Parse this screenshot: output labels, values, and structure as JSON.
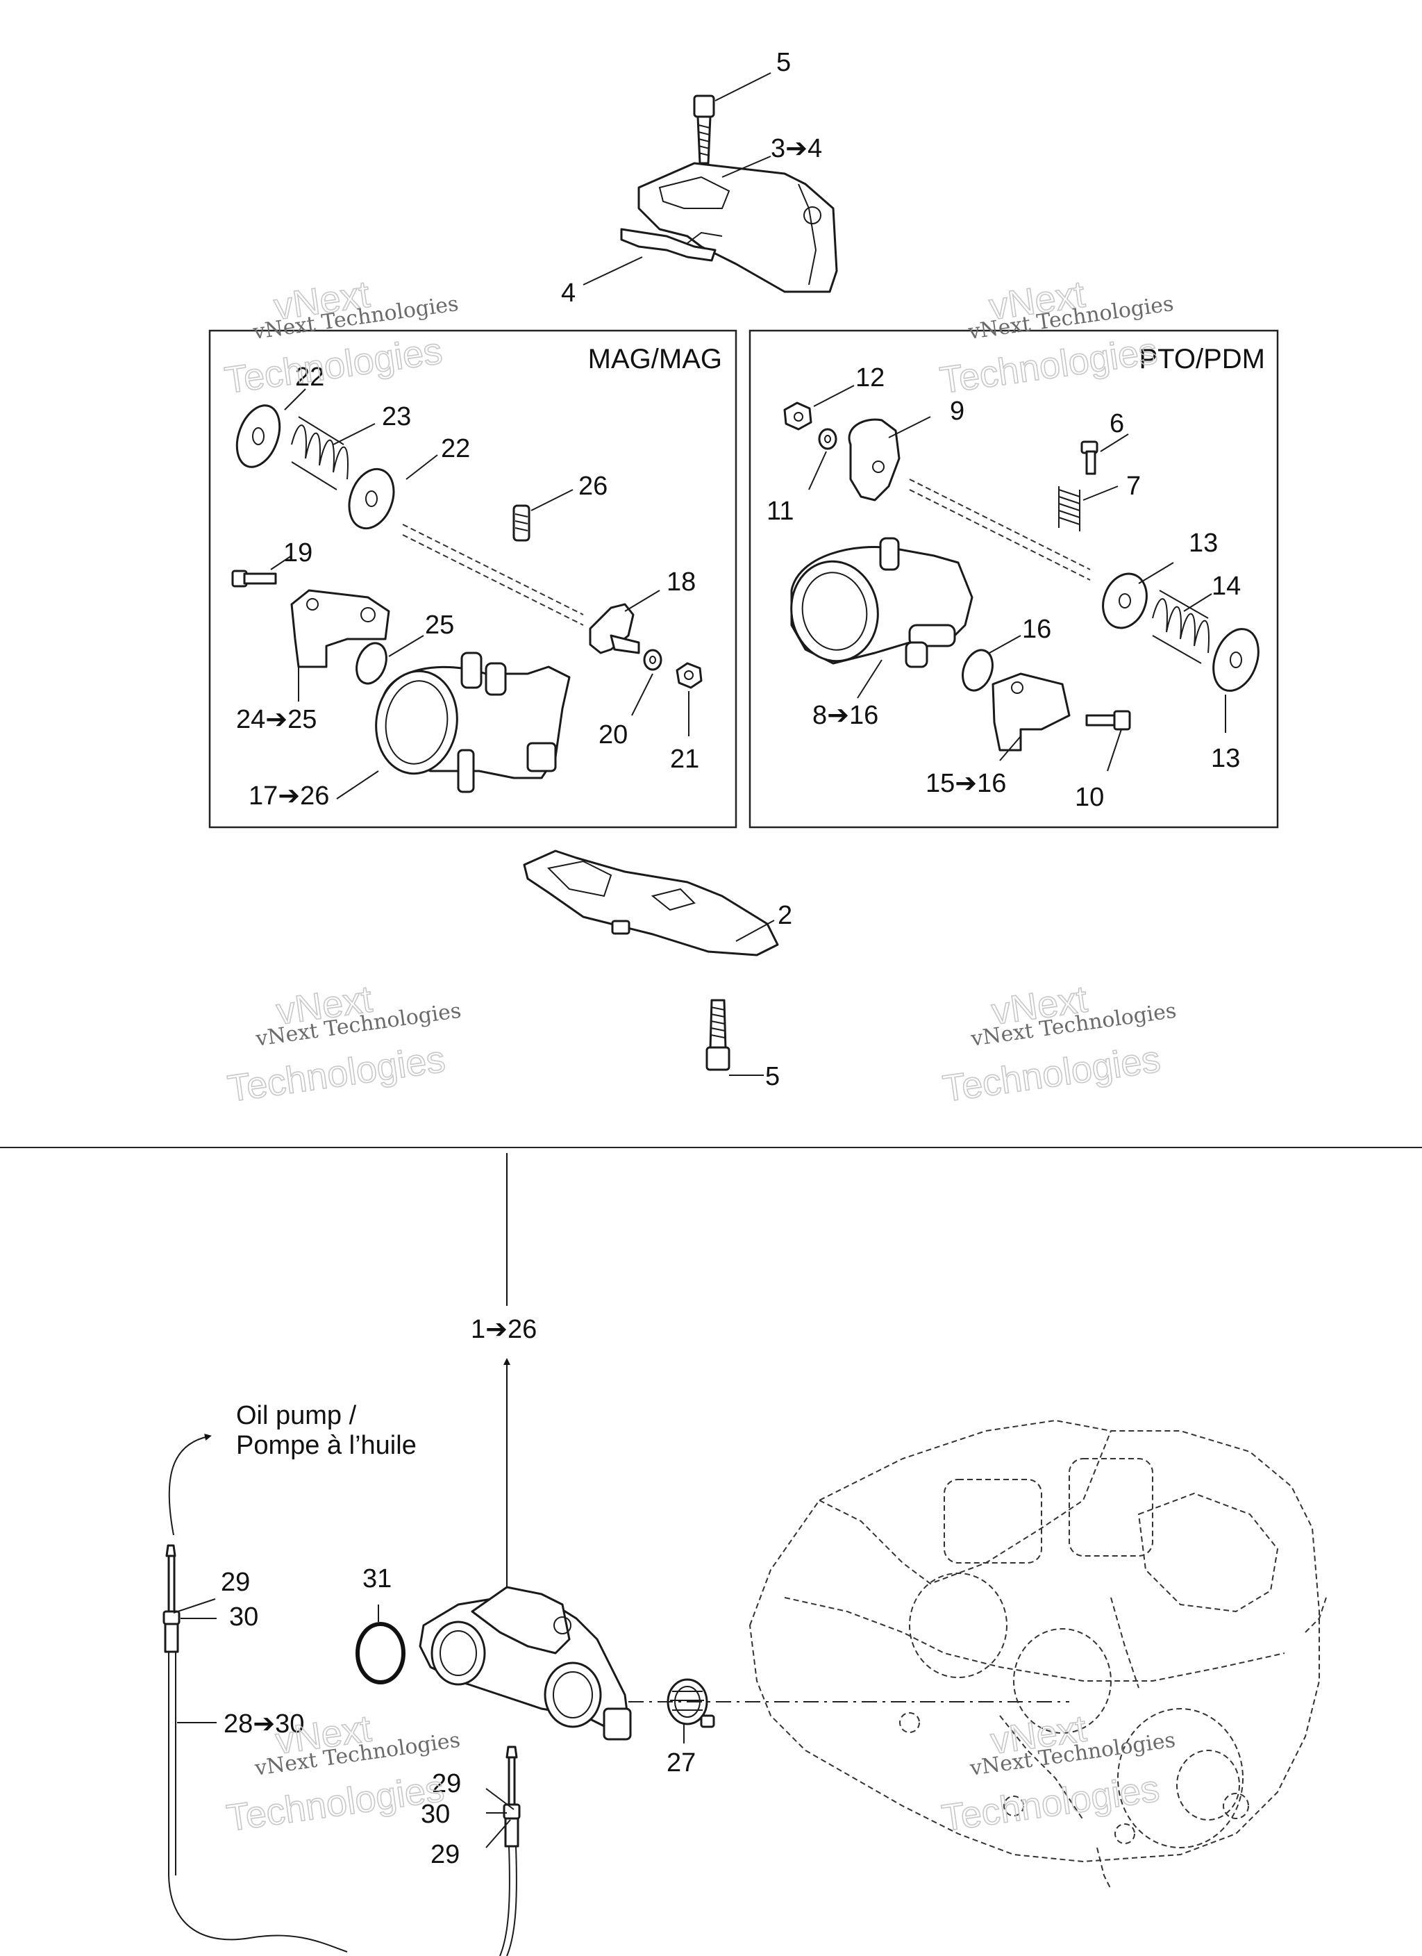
{
  "sections": {
    "mag_title": "MAG/MAG",
    "pto_title": "PTO/PDM"
  },
  "callouts": {
    "top_screw": "5",
    "top_bracket": "3➔4",
    "top_plate": "4",
    "mag_washer_top": "22",
    "mag_spring": "23",
    "mag_washer_mid": "22",
    "mag_screw": "26",
    "mag_bolt": "19",
    "mag_lever": "18",
    "mag_oring": "25",
    "mag_sensor": "24➔25",
    "mag_washer_small": "20",
    "mag_nut": "21",
    "mag_body": "17➔26",
    "pto_nut": "12",
    "pto_lever": "9",
    "pto_screw": "6",
    "pto_washer_small": "11",
    "pto_spring_small": "7",
    "pto_washer_top": "13",
    "pto_spring": "14",
    "pto_oring": "16",
    "pto_body": "8➔16",
    "pto_sensor": "15➔16",
    "pto_bolt": "10",
    "pto_washer_bottom": "13",
    "lower_bracket": "2",
    "lower_screw": "5",
    "assembly": "1➔26",
    "oring_large": "31",
    "cable_end_top": "29",
    "cable_nut_top": "30",
    "cable": "28➔30",
    "cable_end_a": "29",
    "cable_nut_b": "30",
    "cable_end_c": "29",
    "clamp": "27"
  },
  "oil_pump": {
    "line1": "Oil pump /",
    "line2": "Pompe à l’huile"
  },
  "watermark": {
    "line_a": "vNext",
    "line_b": "vNext Technologies",
    "line_c": "Technologies"
  }
}
